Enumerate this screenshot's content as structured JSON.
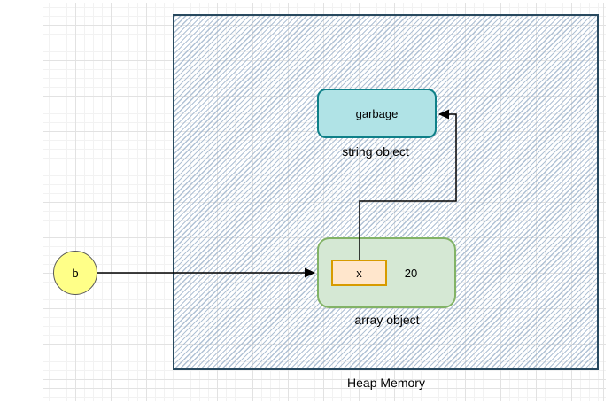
{
  "diagram": {
    "heap": {
      "label": "Heap Memory",
      "fill_pattern": "diagonal-hatch",
      "hatch_color": "#a3b7ce",
      "border_color": "#28495f"
    },
    "string_object": {
      "text": "garbage",
      "caption": "string object",
      "fill": "#b0e3e6",
      "stroke": "#0e8088"
    },
    "array_object": {
      "caption": "array object",
      "value": "20",
      "fill": "#d5e8d4",
      "stroke": "#82b366",
      "field": {
        "label": "x",
        "fill": "#ffe6cc",
        "stroke": "#d79b00"
      }
    },
    "variable_b": {
      "label": "b",
      "fill": "#ffff88",
      "stroke": "#595959"
    },
    "connectors": {
      "color": "#000000",
      "b_to_array": "b → array object",
      "field_to_string": "x → string object (garbage)"
    }
  }
}
